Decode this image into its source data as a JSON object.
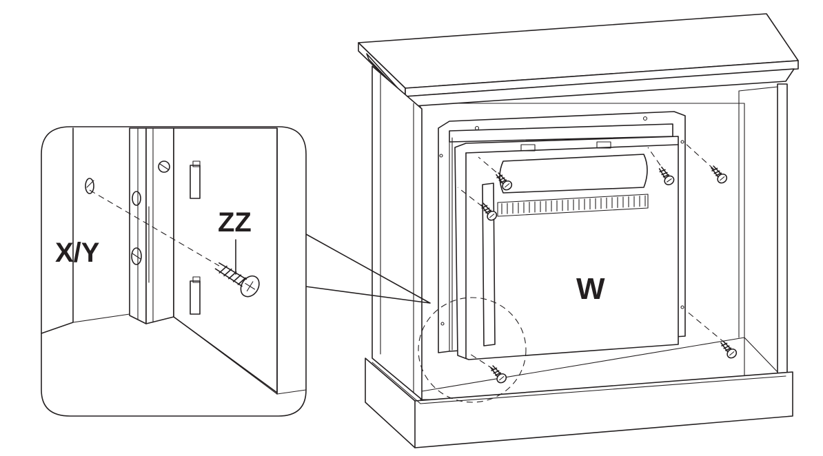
{
  "labels": {
    "screw": "ZZ",
    "bracket": "X/Y",
    "insert": "W"
  },
  "colors": {
    "stroke": "#231f20",
    "background": "#ffffff"
  }
}
